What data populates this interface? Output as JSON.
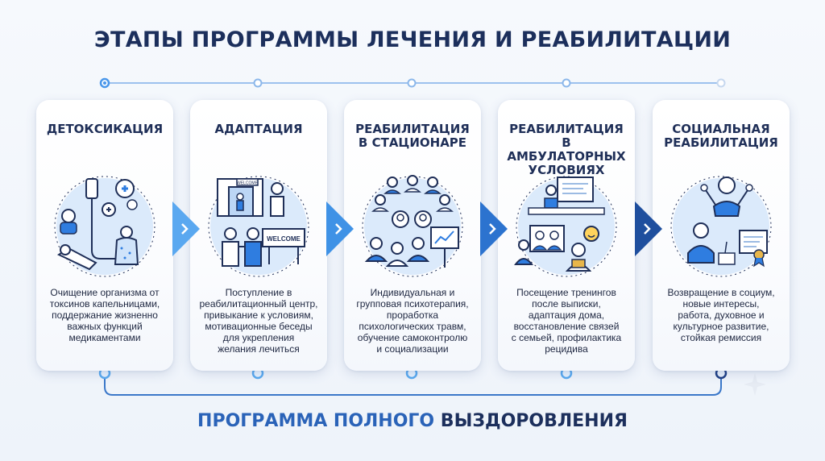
{
  "title": "ЭТАПЫ ПРОГРАММЫ ЛЕЧЕНИЯ И РЕАБИЛИТАЦИИ",
  "colors": {
    "accent": "#2f7de0",
    "navy": "#1c2f5c",
    "circle": "#dbeafb"
  },
  "stages": [
    {
      "title": "ДЕТОКСИКАЦИЯ",
      "icon": "iv-drip-detox-icon",
      "description": "Очищение организма от\nтоксинов капельницами,\nподдержание жизненно\nважных функций\nмедикаментами"
    },
    {
      "title": "АДАПТАЦИЯ",
      "icon": "welcome-adaptation-icon",
      "sign_text_1": "WELCOME",
      "sign_text_2": "WELCOME",
      "description": "Поступление в\nреабилитационный центр,\nпривыкание к условиям,\nмотивационные беседы\nдля укрепления\nжелания лечиться"
    },
    {
      "title": "РЕАБИЛИТАЦИЯ\nВ СТАЦИОНАРЕ",
      "icon": "group-therapy-icon",
      "description": "Индивидуальная и\nгрупповая психотерапия,\nпроработка\nпсихологических травм,\nобучение самоконтролю\nи социализации"
    },
    {
      "title": "РЕАБИЛИТАЦИЯ\nВ АМБУЛАТОРНЫХ\nУСЛОВИЯХ",
      "icon": "outpatient-training-icon",
      "description": "Посещение тренингов\nпосле выписки,\nадаптация дома,\nвосстановление связей\nс семьей, профилактика\nрецидива"
    },
    {
      "title": "СОЦИАЛЬНАЯ\nРЕАБИЛИТАЦИЯ",
      "icon": "social-success-icon",
      "description": "Возвращение в социум,\nновые интересы,\nработа, духовное и\nкультурное развитие,\nстойкая ремиссия"
    }
  ],
  "footer": {
    "part1": "ПРОГРАММА ПОЛНОГО ",
    "part2": "ВЫЗДОРОВЛЕНИЯ"
  }
}
